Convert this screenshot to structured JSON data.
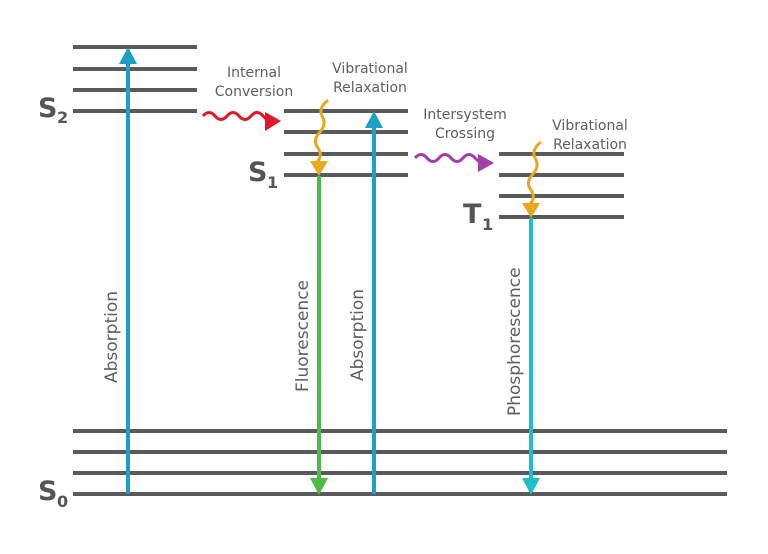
{
  "diagram": {
    "title": "Jablonski diagram",
    "states": [
      {
        "id": "S2",
        "letter": "S",
        "sub": "2"
      },
      {
        "id": "S1",
        "letter": "S",
        "sub": "1"
      },
      {
        "id": "T1",
        "letter": "T",
        "sub": "1"
      },
      {
        "id": "S0",
        "letter": "S",
        "sub": "0"
      }
    ],
    "transitions": {
      "absorption_1": {
        "label": "Absorption",
        "from": "S0",
        "to": "S2",
        "color": "#1ba0c8"
      },
      "internal_conversion": {
        "label_line1": "Internal",
        "label_line2": "Conversion",
        "from": "S2",
        "to": "S1",
        "color": "#e3172c"
      },
      "vibrational_relaxation_s1": {
        "label_line1": "Vibrational",
        "label_line2": "Relaxation",
        "color": "#e8a91c"
      },
      "fluorescence": {
        "label": "Fluorescence",
        "from": "S1",
        "to": "S0",
        "color": "#4cbb47"
      },
      "absorption_2": {
        "label": "Absorption",
        "from": "S0",
        "to": "S1",
        "color": "#1ba0c8"
      },
      "intersystem_crossing": {
        "label_line1": "Intersystem",
        "label_line2": "Crossing",
        "from": "S1",
        "to": "T1",
        "color": "#a03fa6"
      },
      "vibrational_relaxation_t1": {
        "label_line1": "Vibrational",
        "label_line2": "Relaxation",
        "color": "#e8a91c"
      },
      "phosphorescence": {
        "label": "Phosphorescence",
        "from": "T1",
        "to": "S0",
        "color": "#1bc0c8"
      }
    },
    "level_color": "#5a5a5a",
    "text_color": "#5f5f5f"
  }
}
